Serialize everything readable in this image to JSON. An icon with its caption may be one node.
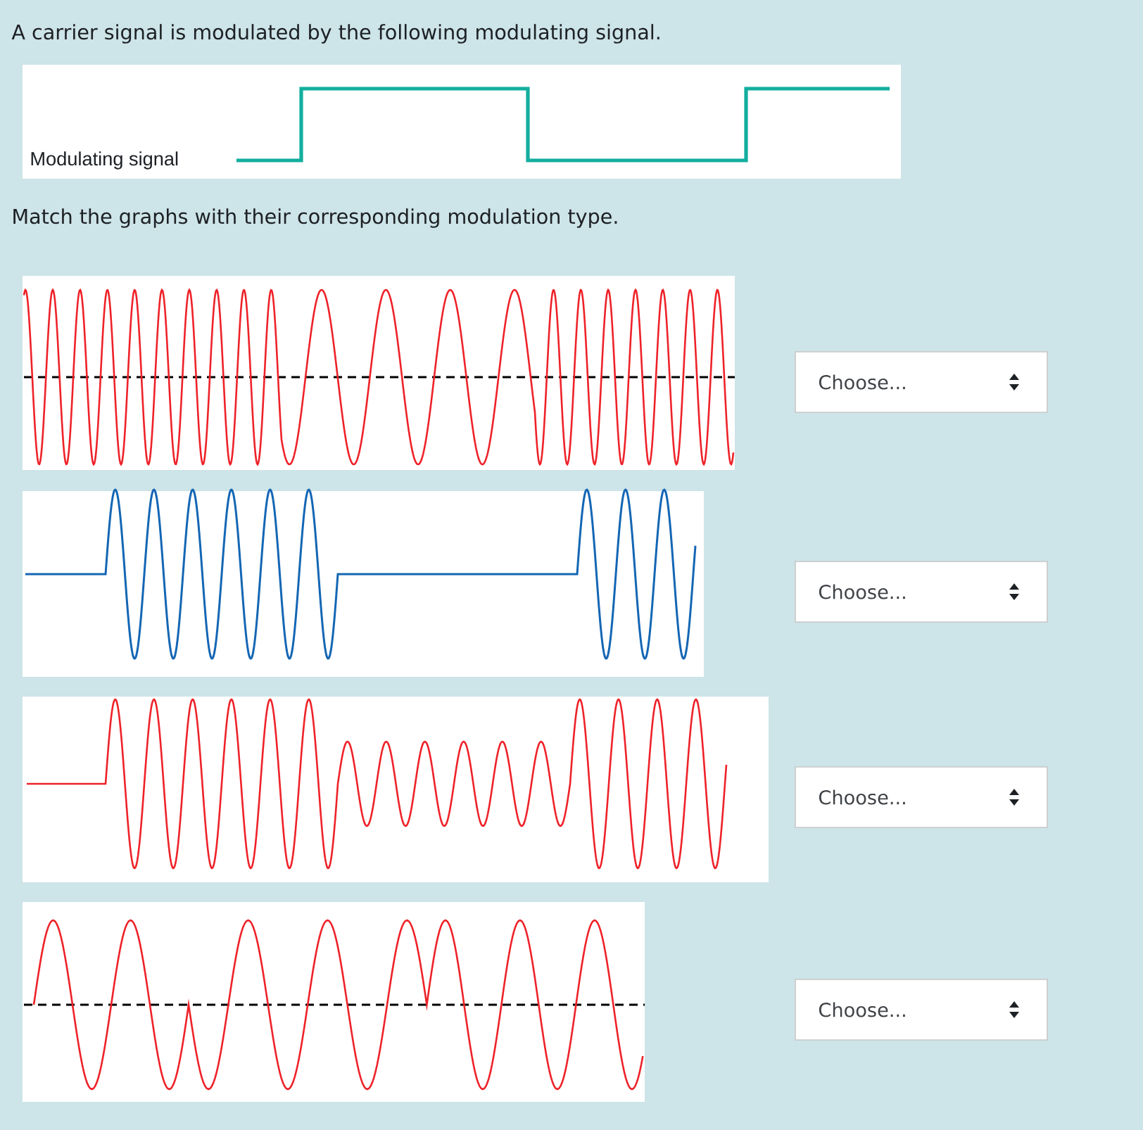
{
  "diagram": {
    "labels": [
      "A carrier signal is modulated by the following modulating signal.",
      "Modulating signal",
      "Match the graphs with their corresponding modulation type.",
      "Choose...",
      "Choose...",
      "Choose...",
      "Choose..."
    ]
  }
}
